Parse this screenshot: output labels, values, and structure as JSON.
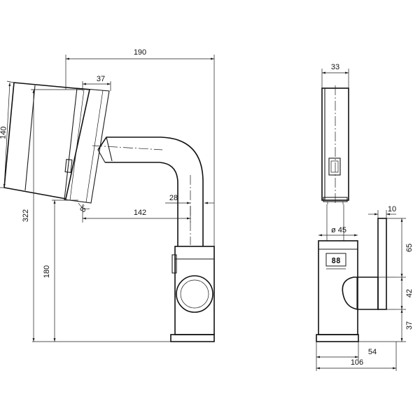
{
  "side_view": {
    "width_overall": "190",
    "head_width": "37",
    "head_length": "140",
    "height_overall": "322",
    "spout_height": "180",
    "reach": "142",
    "neck_offset": "28",
    "tilt_angle": "8°"
  },
  "front_view": {
    "head_width": "33",
    "body_diameter": "ø 45",
    "handle_width": "10",
    "dim_65": "65",
    "dim_42": "42",
    "dim_37": "37",
    "base_depth": "54",
    "base_width": "106"
  },
  "display": {
    "readout": "88"
  }
}
